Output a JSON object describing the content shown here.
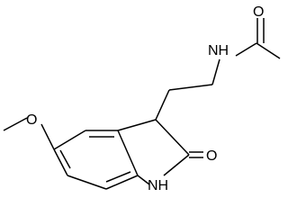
{
  "structure": {
    "atoms": {
      "o_carbonyl_top": "O",
      "n_amide": "NH",
      "o_methoxy": "O",
      "o_lactam": "O",
      "n_lactam": "NH"
    }
  }
}
